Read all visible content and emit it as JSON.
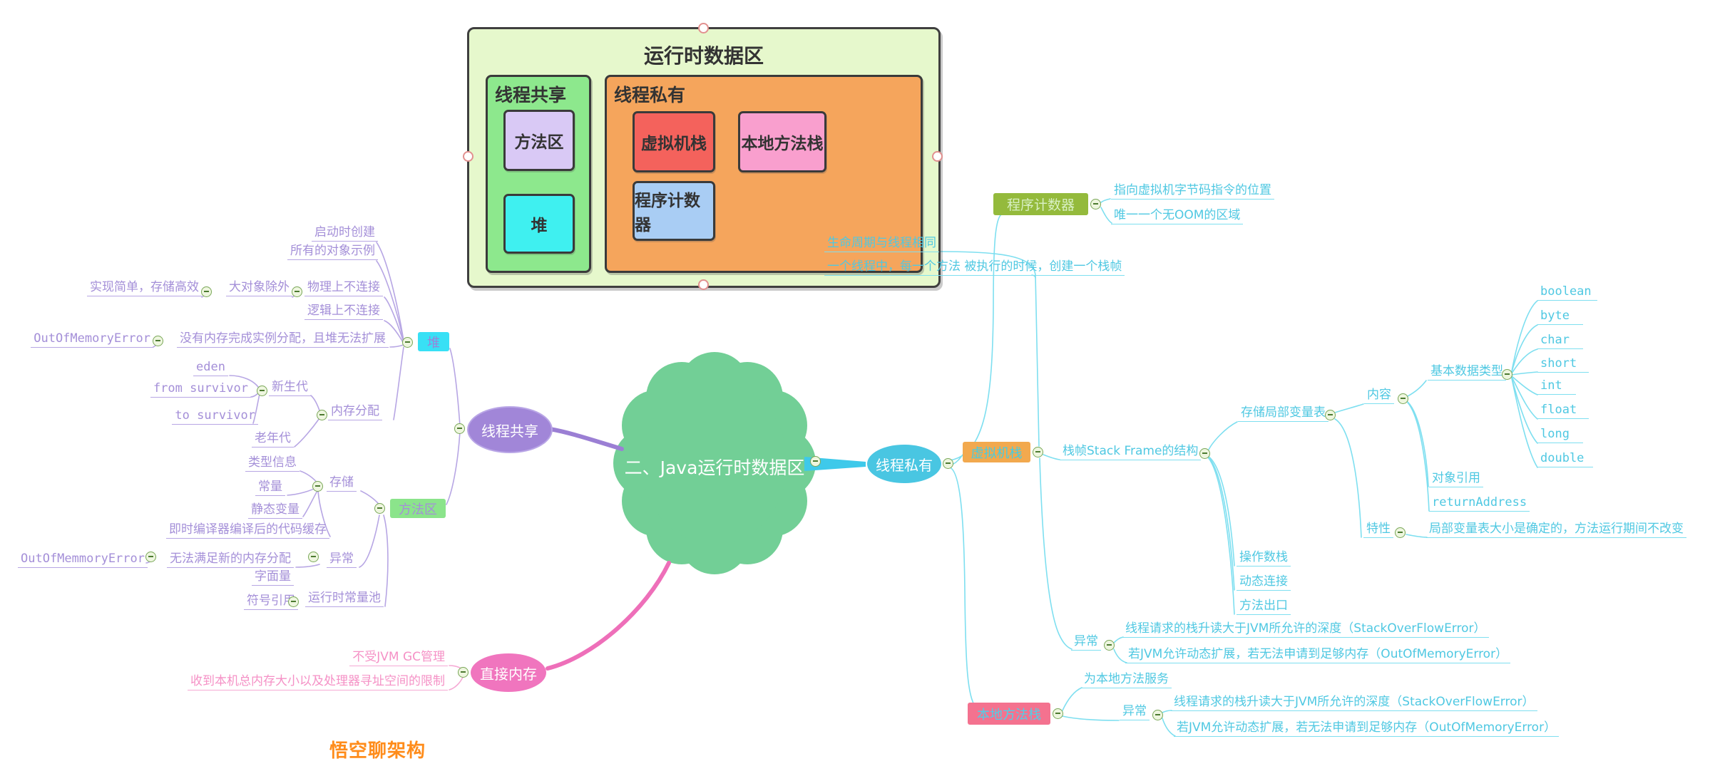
{
  "diagram": {
    "title": "运行时数据区",
    "shared": {
      "label": "线程共享",
      "method_area": "方法区",
      "heap": "堆"
    },
    "private": {
      "label": "线程私有",
      "vm_stack": "虚拟机栈",
      "native_stack": "本地方法栈",
      "pc": "程序计数器"
    }
  },
  "mindmap": {
    "root": "二、Java运行时数据区",
    "thread_shared": {
      "label": "线程共享",
      "heap": {
        "label": "堆",
        "created": "启动时创建",
        "all_objects": "所有的对象示例",
        "physical": "物理上不连接",
        "big_objects": "大对象除外",
        "simple": "实现简单，存储高效",
        "logical": "逻辑上不连接",
        "oom_cond": "没有内存完成实例分配，且堆无法扩展",
        "oom": "OutOfMemoryError",
        "alloc": {
          "label": "内存分配",
          "young": {
            "label": "新生代",
            "eden": "eden",
            "from": "from survivor",
            "to": "to survivor"
          },
          "old": "老年代"
        }
      },
      "method_area": {
        "label": "方法区",
        "store": {
          "label": "存储",
          "type_info": "类型信息",
          "constants": "常量",
          "static_vars": "静态变量",
          "jit_cache": "即时编译器编译后的代码缓存"
        },
        "exception": {
          "label": "异常",
          "cond": "无法满足新的内存分配",
          "oom": "OutOfMemmoryError"
        },
        "pool": {
          "label": "运行时常量池",
          "literal": "字面量",
          "symbol": "符号引用"
        }
      }
    },
    "direct_memory": {
      "label": "直接内存",
      "no_gc": "不受JVM GC管理",
      "limit": "收到本机总内存大小以及处理器寻址空间的限制"
    },
    "thread_private": {
      "label": "线程私有",
      "pc": {
        "label": "程序计数器",
        "position": "指向虚拟机字节码指令的位置",
        "no_oom": "唯一一个无OOM的区域"
      },
      "vm": {
        "label": "虚拟机栈",
        "lifecycle": "生命周期与线程相同",
        "frame_created": "一个线程中，每一个方法 被执行的时候，创建一个栈帧",
        "frame": {
          "label": "栈帧Stack Frame的结构",
          "locals": {
            "label": "存储局部变量表",
            "content": {
              "label": "内容",
              "primitives": {
                "label": "基本数据类型",
                "types": [
                  "boolean",
                  "byte",
                  "char",
                  "short",
                  "int",
                  "float",
                  "long",
                  "double"
                ]
              },
              "object_ref": "对象引用",
              "return_address": "returnAddress"
            },
            "feature": {
              "label": "特性",
              "desc": "局部变量表大小是确定的，方法运行期间不改变"
            }
          },
          "operand_stack": "操作数栈",
          "dynamic_link": "动态连接",
          "method_exit": "方法出口"
        },
        "exception": {
          "label": "异常",
          "sof": "线程请求的栈升读大于JVM所允许的深度（StackOverFlowError）",
          "oom": "若JVM允许动态扩展，若无法申请到足够内存（OutOfMemoryError）"
        }
      },
      "native": {
        "label": "本地方法栈",
        "serve": "为本地方法服务",
        "exception": {
          "label": "异常",
          "sof": "线程请求的栈升读大于JVM所允许的深度（StackOverFlowError）",
          "oom": "若JVM允许动态扩展，若无法申请到足够内存（OutOfMemoryError）"
        }
      }
    }
  },
  "watermark": "悟空聊架构",
  "colors": {
    "branch_purple": "#9b7fd4",
    "branch_pink": "#ee6fb9",
    "branch_cyan": "#45cce4",
    "root_green": "#72cf96",
    "watermark_orange": "#ff8c1a"
  }
}
